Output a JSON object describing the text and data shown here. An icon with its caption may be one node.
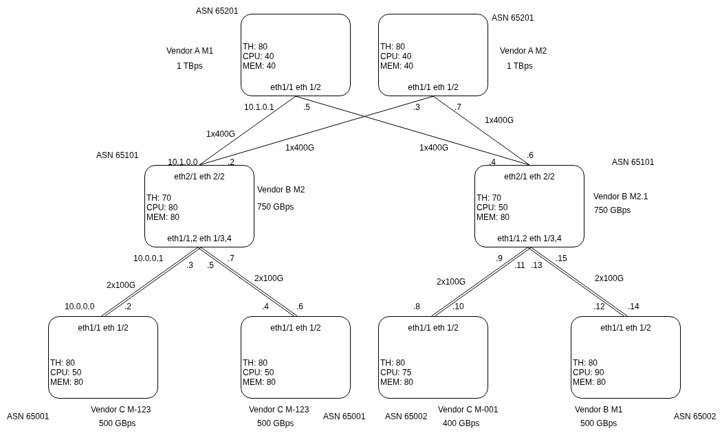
{
  "diagram": {
    "nodes": [
      {
        "text": [
          "TH: 80",
          "CPU: 40",
          "MEM: 40",
          "eth1/1 eth 1/2"
        ],
        "beside": [
          "ASN 65201",
          "Vendor A M1",
          "1 TBps"
        ]
      },
      {
        "text": [
          "TH: 80",
          "CPU: 40",
          "MEM: 40",
          "eth1/1 eth 1/2"
        ],
        "beside": [
          "ASN 65201",
          "Vendor A M2",
          "1 TBps"
        ]
      },
      {
        "text": [
          "eth2/1 eth 2/2",
          "TH: 70",
          "CPU: 80",
          "MEM: 80",
          "eth1/1,2 eth 1/3,4"
        ],
        "beside": [
          "ASN 65101",
          "Vendor B M2",
          "750 GBps"
        ]
      },
      {
        "text": [
          "eth2/1 eth 2/2",
          "TH: 70",
          "CPU: 50",
          "MEM: 80",
          "eth1/1,2 eth 1/3,4"
        ],
        "beside": [
          "ASN 65101",
          "Vendor B M2.1",
          "750 GBps"
        ]
      },
      {
        "text": [
          "eth1/1 eth 1/2",
          "TH: 80",
          "CPU: 50",
          "MEM: 80"
        ],
        "beside": [
          "ASN 65001",
          "Vendor C M-123",
          "500 GBps"
        ]
      },
      {
        "text": [
          "eth1/1 eth 1/2",
          "TH: 80",
          "CPU: 50",
          "MEM: 80"
        ],
        "beside": [
          "Vendor C M-123",
          "500 GBps",
          "ASN 65001"
        ]
      },
      {
        "text": [
          "eth1/1 eth 1/2",
          "TH: 80",
          "CPU: 75",
          "MEM: 80"
        ],
        "beside": [
          "ASN 65002",
          "Vendor C M-001",
          "400 GBps"
        ]
      },
      {
        "text": [
          "eth1/1 eth 1/2",
          "TH: 80",
          "CPU: 90",
          "MEM: 80"
        ],
        "beside": [
          "Vendor B M1",
          "500 GBps",
          "ASN 65002"
        ]
      }
    ],
    "edges": [
      {
        "from": 0,
        "to": 2,
        "arrow": "none",
        "label": "1x400G"
      },
      {
        "from": 0,
        "to": 3,
        "arrow": "none",
        "label": "1x400G"
      },
      {
        "from": 1,
        "to": 2,
        "arrow": "none",
        "label": "1x400G"
      },
      {
        "from": 1,
        "to": 3,
        "arrow": "none",
        "label": "1x400G"
      },
      {
        "from": 2,
        "to": 4,
        "arrow": "none",
        "label": "2x100G"
      },
      {
        "from": 2,
        "to": 4,
        "arrow": "none"
      },
      {
        "from": 2,
        "to": 5,
        "arrow": "none"
      },
      {
        "from": 2,
        "to": 5,
        "arrow": "none",
        "label": "2x100G"
      },
      {
        "from": 3,
        "to": 6,
        "arrow": "none",
        "label": "2x100G"
      },
      {
        "from": 3,
        "to": 6,
        "arrow": "none"
      },
      {
        "from": 3,
        "to": 7,
        "arrow": "none"
      },
      {
        "from": 3,
        "to": 7,
        "arrow": "none",
        "label": "2x100G"
      }
    ],
    "labels": [
      "10.1.0.1",
      ".5",
      ".3",
      ".7",
      "10.1.0.0",
      ".2",
      ".4",
      ".6",
      "10.0.0.1",
      ".3",
      ".5",
      ".7",
      ".9",
      ".11",
      ".13",
      ".15",
      "10.0.0.0",
      ".2",
      ".4",
      ".6",
      ".8",
      ".10",
      ".12",
      ".14"
    ]
  }
}
